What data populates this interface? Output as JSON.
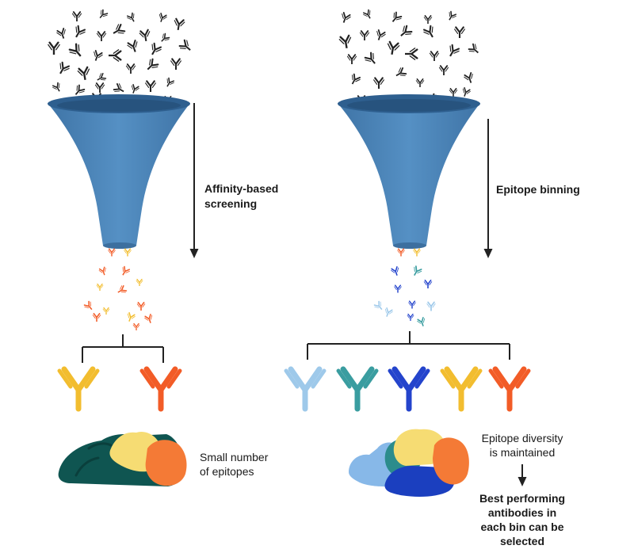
{
  "left_panel": {
    "process_label_line1": "Affinity-based",
    "process_label_line2": "screening",
    "outcome_line1": "Small number",
    "outcome_line2": "of epitopes",
    "antibody_colors": [
      "#f2bd2f",
      "#f25c27"
    ]
  },
  "right_panel": {
    "process_label": "Epitope binning",
    "diversity_line1": "Epitope diversity",
    "diversity_line2": "is maintained",
    "selection_line1": "Best performing",
    "selection_line2": "antibodies in",
    "selection_line3": "each bin can be",
    "selection_line4": "selected",
    "antibody_colors": [
      "#9ec9ea",
      "#3a9da0",
      "#2444cc",
      "#f2bd2f",
      "#f25c27"
    ]
  },
  "colors": {
    "funnel": "#4f86b8",
    "funnel_rim": "#2e5f8f",
    "antibody_pool": "#222222",
    "bracket": "#222222",
    "protein_dark_teal": "#0f5551",
    "protein_teal": "#2c8c8c",
    "protein_light_blue": "#87b8e8",
    "protein_blue": "#1b3fbf",
    "protein_yellow": "#f6dc73",
    "protein_orange": "#f47a36"
  },
  "icons": {
    "antibody": "antibody-icon",
    "funnel": "funnel-icon",
    "protein": "protein-icon",
    "arrow": "arrow-down-icon"
  }
}
